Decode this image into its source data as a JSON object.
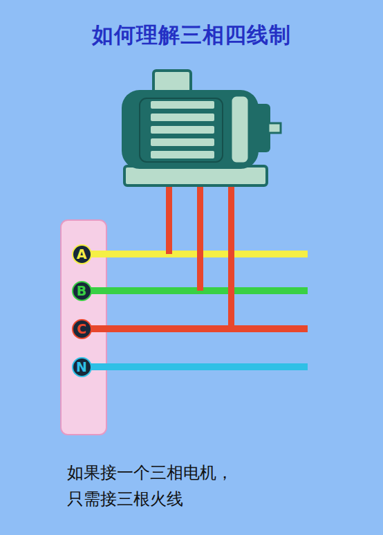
{
  "diagram": {
    "title": "如何理解三相四线制",
    "nodes": [
      {
        "text": [
          "A"
        ]
      },
      {
        "text": [
          "B"
        ]
      },
      {
        "text": [
          "C"
        ]
      },
      {
        "text": [
          "N"
        ]
      }
    ],
    "caption": "如果接一个三相电机， 只需接三根火线"
  }
}
